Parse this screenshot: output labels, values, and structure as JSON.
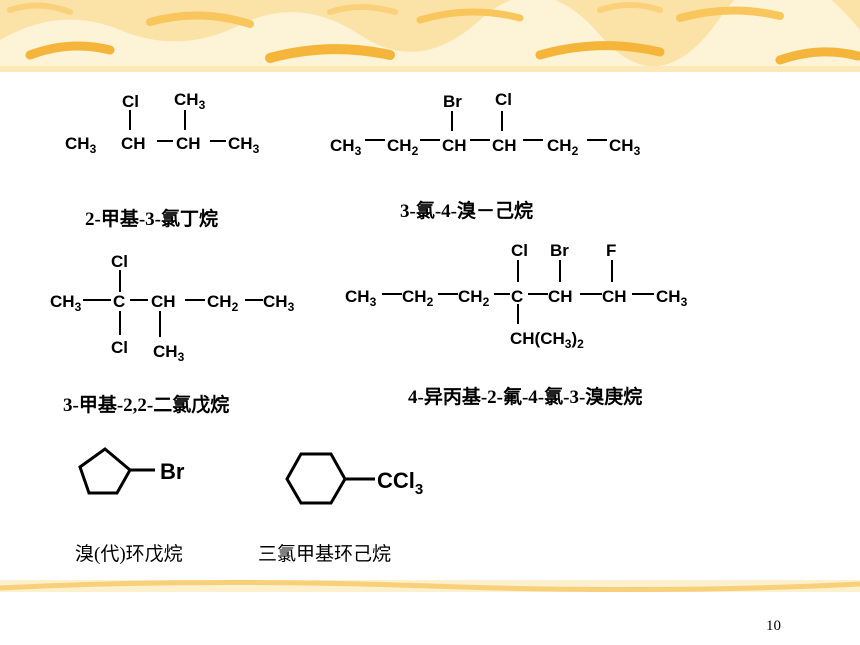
{
  "slide": {
    "page_number": "10",
    "accent_color": "#f5b53a"
  },
  "compounds": [
    {
      "name": "2-甲基-3-氯丁烷"
    },
    {
      "name": "3-氯-4-溴－己烷"
    },
    {
      "name": "3-甲基-2,2-二氯戊烷"
    },
    {
      "name": "4-异丙基-2-氟-4-氯-3-溴庚烷"
    },
    {
      "name": "溴(代)环戊烷",
      "substituent": "Br"
    },
    {
      "name": "三氯甲基环己烷",
      "substituent": "CCl",
      "substituent_sub": "3"
    }
  ],
  "atoms": {
    "ch3": "CH",
    "ch2": "CH",
    "ch": "CH",
    "c": "C",
    "cl": "Cl",
    "br": "Br",
    "f": "F",
    "sub3": "3",
    "sub2": "2",
    "isopropyl": "CH(CH",
    "isopropyl_close": ")"
  }
}
